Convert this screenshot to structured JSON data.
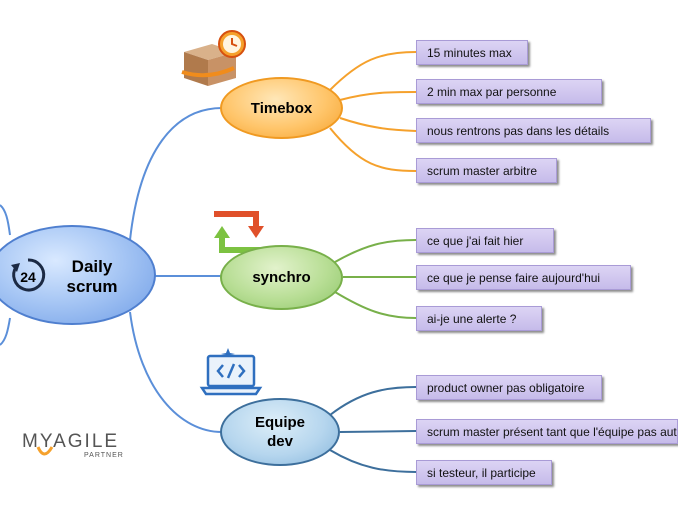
{
  "central": {
    "title_line1": "Daily",
    "title_line2": "scrum",
    "icon_label": "24",
    "icon": "24h-clock-icon"
  },
  "branches": [
    {
      "label": "Timebox",
      "icon": "box-clock-icon",
      "color": "#f5a12c",
      "items": [
        "15 minutes max",
        "2 min max par personne",
        "nous rentrons pas dans les détails",
        "scrum master arbitre"
      ]
    },
    {
      "label": "synchro",
      "icon": "sync-arrows-icon",
      "color": "#78b04a",
      "items": [
        "ce que j'ai fait hier",
        "ce que je pense faire aujourd'hui",
        "ai-je une alerte ?"
      ]
    },
    {
      "label_line1": "Equipe",
      "label_line2": "dev",
      "icon": "laptop-code-icon",
      "color": "#3d6f9c",
      "items": [
        "product owner pas obligatoire",
        "scrum master présent tant que l'équipe pas autonome",
        "si testeur, il participe"
      ]
    }
  ],
  "logo": {
    "main": "MYAGILE",
    "sub": "PARTNER"
  }
}
